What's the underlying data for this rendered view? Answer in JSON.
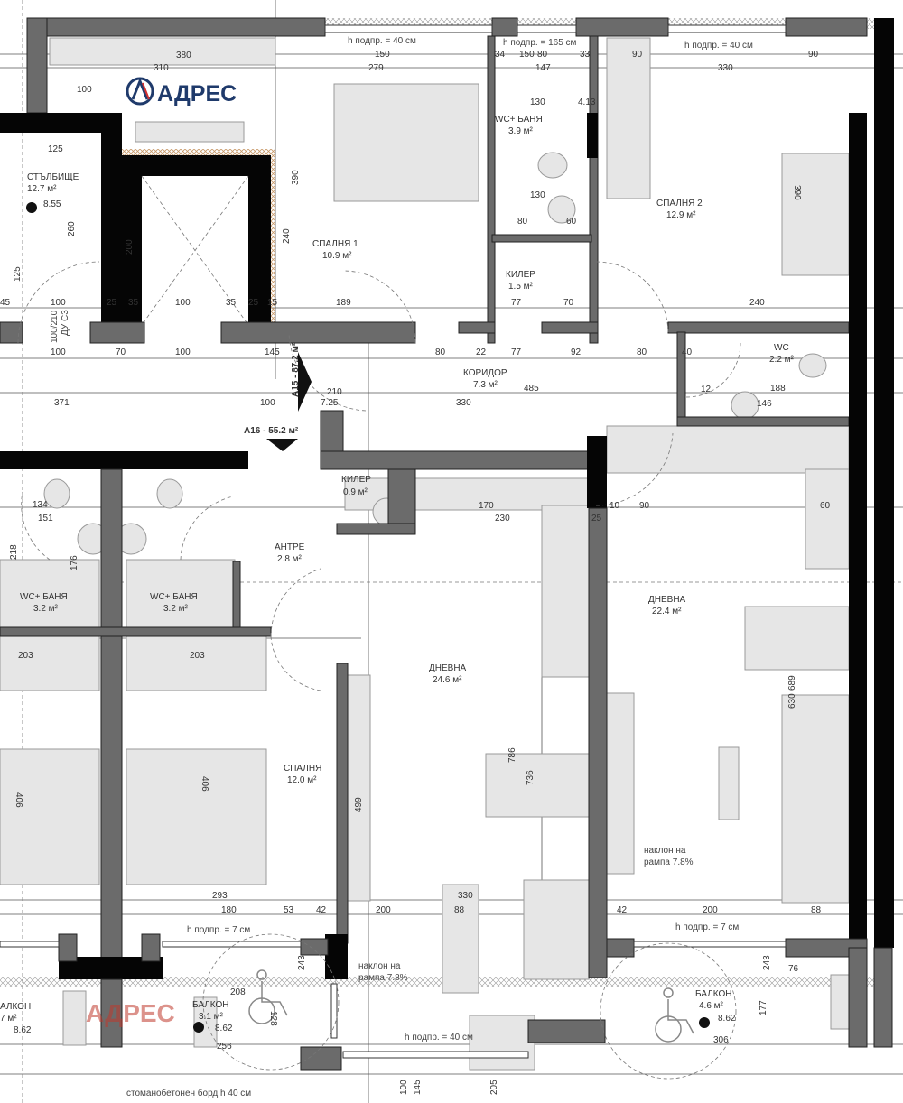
{
  "logo": {
    "text": "АДРЕС",
    "color": "#1f3a6b",
    "accent": "#d32f2f"
  },
  "watermark": {
    "text": "АДРЕС",
    "color": "#c0392b"
  },
  "rooms": [
    {
      "name": "СТЪЛБИЩЕ",
      "area": "12.7 м²"
    },
    {
      "name": "СПАЛНЯ 1",
      "area": "10.9 м²"
    },
    {
      "name": "WC+ БАНЯ",
      "area": "3.9 м²"
    },
    {
      "name": "СПАЛНЯ 2",
      "area": "12.9 м²"
    },
    {
      "name": "КИЛЕР",
      "area": "1.5 м²"
    },
    {
      "name": "КОРИДОР",
      "area": "7.3 м²"
    },
    {
      "name": "WC",
      "area": "2.2 м²"
    },
    {
      "name": "КИЛЕР",
      "area": "0.9 м²"
    },
    {
      "name": "АНТРЕ",
      "area": "2.8 м²"
    },
    {
      "name": "WC+ БАНЯ",
      "area": "3.2 м²"
    },
    {
      "name": "WC+ БАНЯ",
      "area": "3.2 м²"
    },
    {
      "name": "ДНЕВНА",
      "area": "22.4 м²"
    },
    {
      "name": "ДНЕВНА",
      "area": "24.6 м²"
    },
    {
      "name": "СПАЛНЯ",
      "area": "12.0 м²"
    },
    {
      "name": "БАЛКОН",
      "area": "4.6 м²"
    },
    {
      "name": "БАЛКОН",
      "area": "3.1 м²"
    },
    {
      "name": "АЛКОН",
      "area": "7 м²"
    }
  ],
  "apartments": [
    {
      "label": "A15 - 87.2 м²"
    },
    {
      "label": "A16 - 55.2 м²"
    }
  ],
  "notes": {
    "sill_40_top_left": "h подпр. = 40 см",
    "sill_165": "h подпр. = 165 см",
    "sill_40_top_right": "h подпр. = 40 см",
    "sill_7_left": "h подпр. = 7 см",
    "sill_7_right": "h подпр. = 7 см",
    "sill_40_bottom": "h подпр. = 40 см",
    "ramp_right_1": "наклон на",
    "ramp_right_2": "рампа 7.8%",
    "ramp_mid_1": "наклон на",
    "ramp_mid_2": "рампа 7.8%",
    "parapet": "стоманобетонен борд h 40 см",
    "door_type": "ДУ С3",
    "door_size": "100/210"
  },
  "elevations": [
    "8.55",
    "8.62",
    "8.62",
    "8.62"
  ],
  "dims": [
    "380",
    "310",
    "279",
    "150",
    "390",
    "240",
    "200",
    "100",
    "125",
    "260",
    "125",
    "45",
    "100",
    "25",
    "35",
    "100",
    "35",
    "25",
    "15",
    "189",
    "100",
    "70",
    "100",
    "145",
    "371",
    "100",
    "210",
    "7.25",
    "330",
    "485",
    "80",
    "22",
    "77",
    "92",
    "80",
    "40",
    "12",
    "188",
    "146",
    "150",
    "330",
    "90",
    "90",
    "147",
    "34",
    "80",
    "33",
    "130",
    "4.13",
    "130",
    "80",
    "60",
    "77",
    "70",
    "240",
    "390",
    "170",
    "230",
    "60",
    "90",
    "10",
    "25",
    "134",
    "151",
    "218",
    "176",
    "203",
    "203",
    "406",
    "406",
    "499",
    "736",
    "786",
    "689",
    "630",
    "293",
    "180",
    "53",
    "42",
    "200",
    "88",
    "330",
    "200",
    "88",
    "42",
    "243",
    "243",
    "306",
    "256",
    "177",
    "76",
    "100",
    "205",
    "145",
    "208",
    "128"
  ]
}
